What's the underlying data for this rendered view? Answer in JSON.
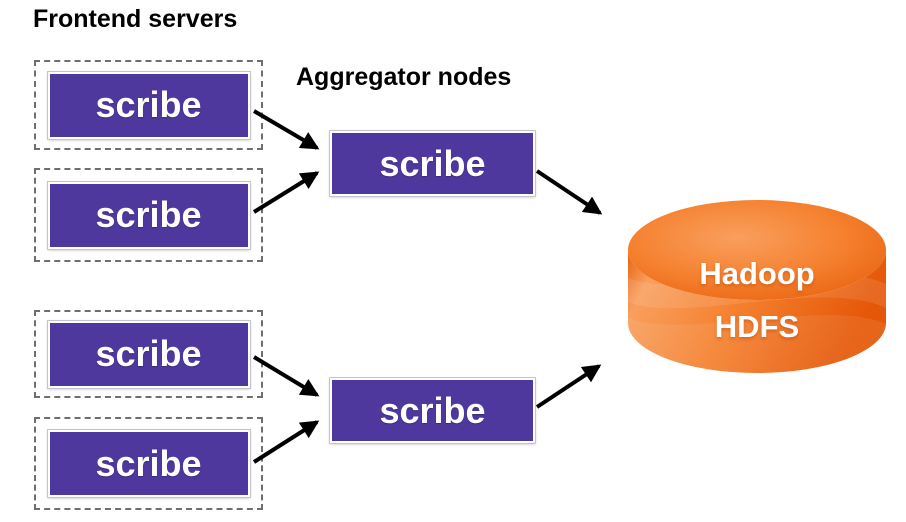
{
  "titles": {
    "frontend": "Frontend servers",
    "aggregator": "Aggregator nodes"
  },
  "frontend": {
    "nodes": [
      {
        "label": "scribe"
      },
      {
        "label": "scribe"
      },
      {
        "label": "scribe"
      },
      {
        "label": "scribe"
      }
    ]
  },
  "aggregators": {
    "nodes": [
      {
        "label": "scribe"
      },
      {
        "label": "scribe"
      }
    ]
  },
  "storage": {
    "line1": "Hadoop",
    "line2": "HDFS"
  },
  "colors": {
    "purple": "#4E389E",
    "arrow": "#000000",
    "dash": "#6e6e6e",
    "title-text": "#000000",
    "node-text": "#ffffff",
    "orange-light": "#F99F5E",
    "orange-mid": "#F5812F",
    "orange-dark": "#E55708",
    "orange-rim": "#E8610F"
  }
}
